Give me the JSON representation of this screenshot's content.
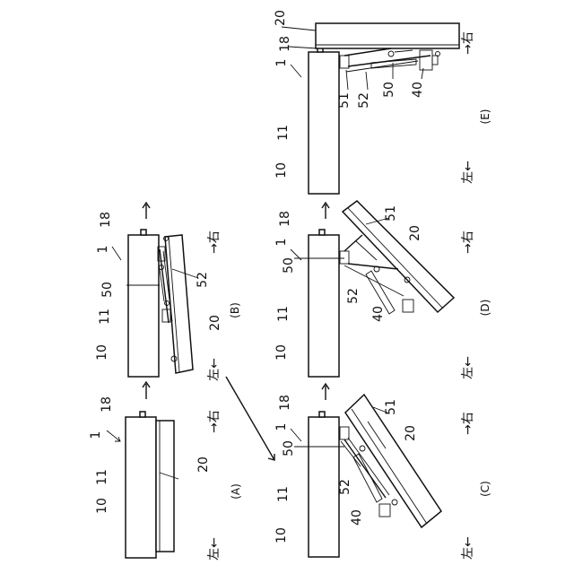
{
  "labels": {
    "ref_1": "1",
    "ref_10": "10",
    "ref_11": "11",
    "ref_18": "18",
    "ref_20": "20",
    "ref_40": "40",
    "ref_50": "50",
    "ref_51": "51",
    "ref_52": "52"
  },
  "captions": {
    "A": "(A)",
    "B": "(B)",
    "C": "(C)",
    "D": "(D)",
    "E": "(E)"
  },
  "directions": {
    "left": "左←",
    "right": "→右"
  }
}
